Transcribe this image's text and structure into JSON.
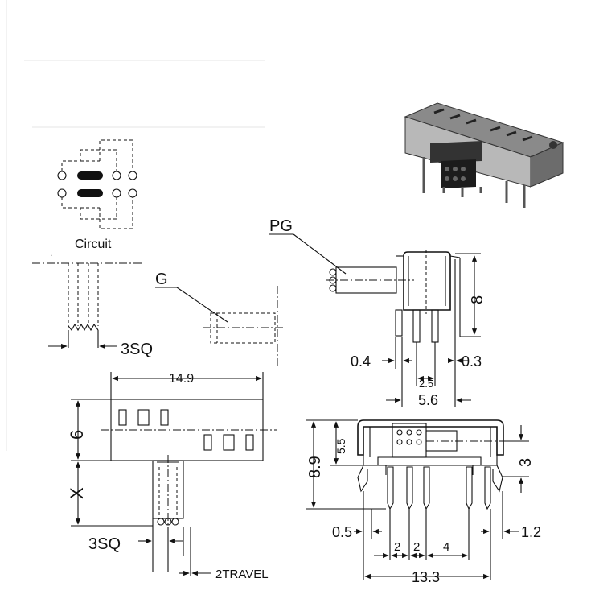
{
  "labels": {
    "circuit": "Circuit",
    "pg": "PG",
    "g": "G",
    "sq_top": "3SQ",
    "sq_bottom": "3SQ",
    "travel": "2TRAVEL",
    "dim_x": "X"
  },
  "dimensions": {
    "body_length": "14.9",
    "body_height": "6",
    "side_height": "8",
    "pin_left": "0.4",
    "pin_right": "0.3",
    "pitch_side": "2.5",
    "span_side": "5.6",
    "overall_height": "8.9",
    "upper_height": "5.5",
    "tab_height": "3",
    "pin_width": "0.5",
    "pitch_a": "2",
    "pitch_b": "2",
    "pitch_c": "4",
    "leg_width": "1.2",
    "overall_width": "13.3"
  }
}
